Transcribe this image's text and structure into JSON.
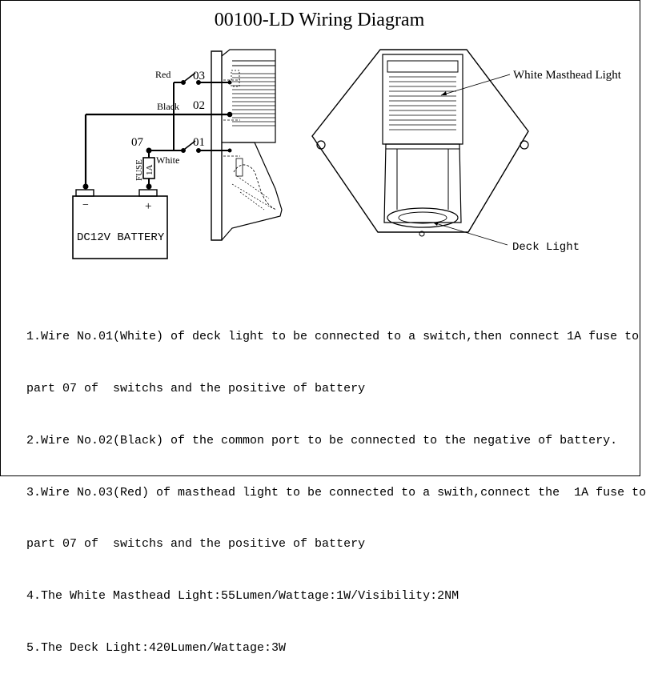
{
  "title": "00100-LD Wiring Diagram",
  "wiring": {
    "wire_03": "03",
    "wire_02": "02",
    "wire_01": "01",
    "wire_07": "07",
    "red_label": "Red",
    "black_label": "Black",
    "white_label": "White",
    "fuse_label": "FUSE",
    "fuse_rating": "1A",
    "battery_label": "DC12V BATTERY",
    "battery_negative": "−",
    "battery_positive": "+"
  },
  "callouts": {
    "masthead_light": "White Masthead Light",
    "deck_light": "Deck Light"
  },
  "notes": [
    "1.Wire No.01(White) of deck light to be connected to a switch,then connect 1A fuse to",
    "part 07 of  switchs and the positive of battery",
    "2.Wire No.02(Black) of the common port to be connected to the negative of battery.",
    "3.Wire No.03(Red) of masthead light to be connected to a swith,connect the  1A fuse to",
    "part 07 of  switchs and the positive of battery",
    "4.The White Masthead Light:55Lumen/Wattage:1W/Visibility:2NM",
    "5.The Deck Light:420Lumen/Wattage:3W"
  ]
}
